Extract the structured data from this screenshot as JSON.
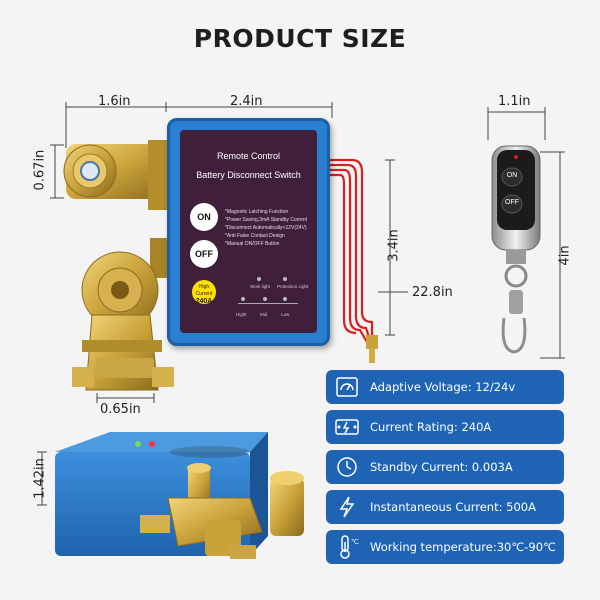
{
  "title": "PRODUCT SIZE",
  "dimensions": {
    "terminal_width": "1.6in",
    "device_width": "2.4in",
    "remote_width": "1.1in",
    "terminal_height": "0.67in",
    "device_height": "3.4in",
    "remote_height": "4in",
    "cable_length": "22.8in",
    "bolt_width": "0.65in",
    "device_depth": "1.42in"
  },
  "device": {
    "title_line1": "Remote Control",
    "title_line2": "Battery Disconnect Switch",
    "on_label": "ON",
    "off_label": "OFF",
    "features": [
      "*Magnetic Latching Function",
      "*Power Saving,3mA Standby Current",
      "*Disconnect Automatically<12V(24V)",
      "*Anti False Contact Design",
      "*Manual ON/OFF Button"
    ],
    "sticker_top": "High Current",
    "sticker_value": "240A",
    "work_light": "Work light",
    "protection_light": "Protection Light",
    "levels": [
      "Hight",
      "Mid",
      "Low"
    ]
  },
  "remote": {
    "on_label": "ON",
    "off_label": "OFF"
  },
  "features": [
    {
      "icon": "voltage-meter-icon",
      "label": "Adaptive Voltage: 12/24v"
    },
    {
      "icon": "current-rating-icon",
      "label": "Current Rating: 240A"
    },
    {
      "icon": "clock-icon",
      "label": "Standby Current: 0.003A"
    },
    {
      "icon": "lightning-icon",
      "label": "Instantaneous Current: 500A"
    },
    {
      "icon": "thermometer-icon",
      "label": "Working temperature:30℃-90℃"
    }
  ],
  "colors": {
    "device_blue": "#2b7fd0",
    "panel": "#3f1f3a",
    "feature_box": "#1f64b4",
    "brass": "#c9a23a",
    "cable": "#d62020"
  }
}
